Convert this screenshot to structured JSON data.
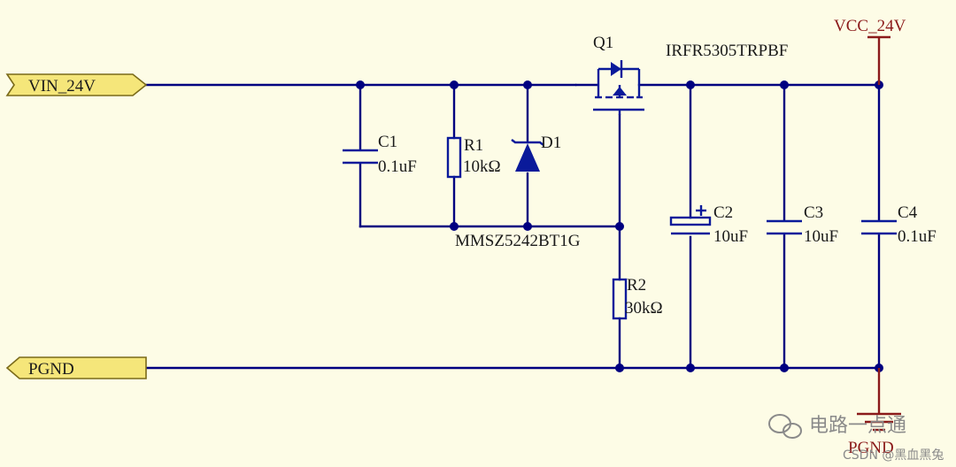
{
  "ports": {
    "vin": "VIN_24V",
    "pgnd": "PGND"
  },
  "power": {
    "vcc": "VCC_24V",
    "gnd": "PGND"
  },
  "components": {
    "c1": {
      "ref": "C1",
      "value": "0.1uF"
    },
    "r1": {
      "ref": "R1",
      "value": "10kΩ"
    },
    "d1": {
      "ref": "D1",
      "part": "MMSZ5242BT1G"
    },
    "q1": {
      "ref": "Q1",
      "part": "IRFR5305TRPBF"
    },
    "r2": {
      "ref": "R2",
      "value": "30kΩ"
    },
    "c2": {
      "ref": "C2",
      "value": "10uF"
    },
    "c3": {
      "ref": "C3",
      "value": "10uF"
    },
    "c4": {
      "ref": "C4",
      "value": "0.1uF"
    }
  },
  "watermark": {
    "channel": "电路一点通",
    "source": "CSDN @黑血黑兔"
  },
  "colors": {
    "background": "#fdfce6",
    "wire": "#000080",
    "power": "#8b1a1a",
    "port_fill": "#f5e67a"
  }
}
